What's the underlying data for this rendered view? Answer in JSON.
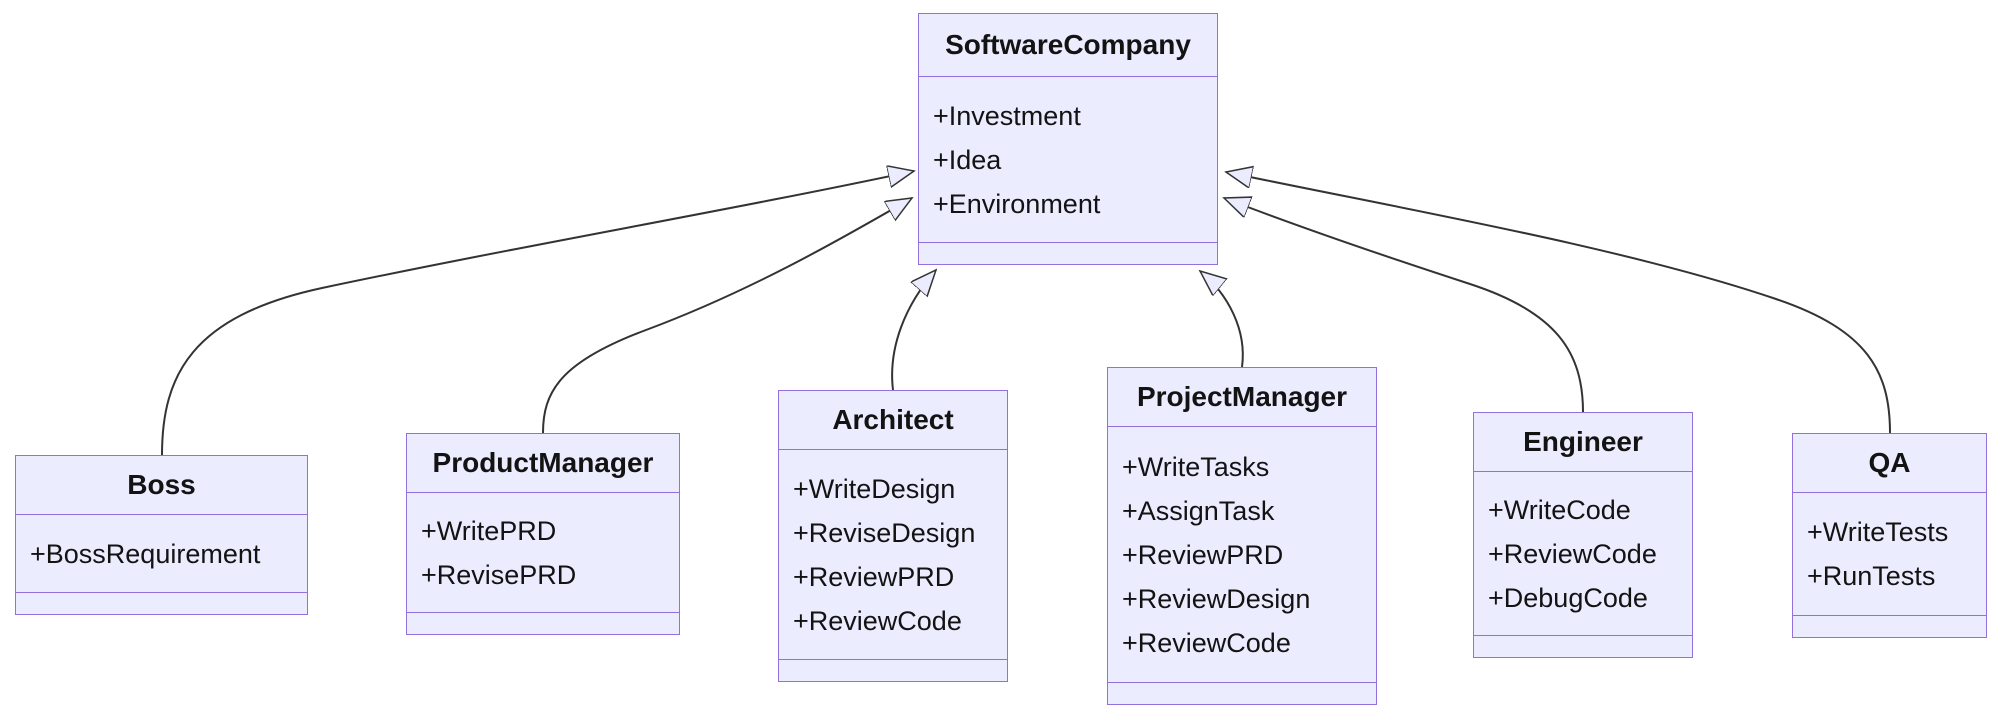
{
  "diagram": {
    "type": "uml-class-diagram",
    "colors": {
      "class_fill": "#ECECFF",
      "class_border": "#9370DB",
      "edge_line": "#333333",
      "text": "#131313",
      "background": "#FFFFFF"
    },
    "classes": [
      {
        "name": "SoftwareCompany",
        "members": [
          "+Investment",
          "+Idea",
          "+Environment"
        ],
        "methods": []
      },
      {
        "name": "Boss",
        "members": [
          "+BossRequirement"
        ],
        "methods": []
      },
      {
        "name": "ProductManager",
        "members": [
          "+WritePRD",
          "+RevisePRD"
        ],
        "methods": []
      },
      {
        "name": "Architect",
        "members": [
          "+WriteDesign",
          "+ReviseDesign",
          "+ReviewPRD",
          "+ReviewCode"
        ],
        "methods": []
      },
      {
        "name": "ProjectManager",
        "members": [
          "+WriteTasks",
          "+AssignTask",
          "+ReviewPRD",
          "+ReviewDesign",
          "+ReviewCode"
        ],
        "methods": []
      },
      {
        "name": "Engineer",
        "members": [
          "+WriteCode",
          "+ReviewCode",
          "+DebugCode"
        ],
        "methods": []
      },
      {
        "name": "QA",
        "members": [
          "+WriteTests",
          "+RunTests"
        ],
        "methods": []
      }
    ],
    "relations": [
      {
        "from": "Boss",
        "to": "SoftwareCompany",
        "type": "inheritance"
      },
      {
        "from": "ProductManager",
        "to": "SoftwareCompany",
        "type": "inheritance"
      },
      {
        "from": "Architect",
        "to": "SoftwareCompany",
        "type": "inheritance"
      },
      {
        "from": "ProjectManager",
        "to": "SoftwareCompany",
        "type": "inheritance"
      },
      {
        "from": "Engineer",
        "to": "SoftwareCompany",
        "type": "inheritance"
      },
      {
        "from": "QA",
        "to": "SoftwareCompany",
        "type": "inheritance"
      }
    ]
  }
}
